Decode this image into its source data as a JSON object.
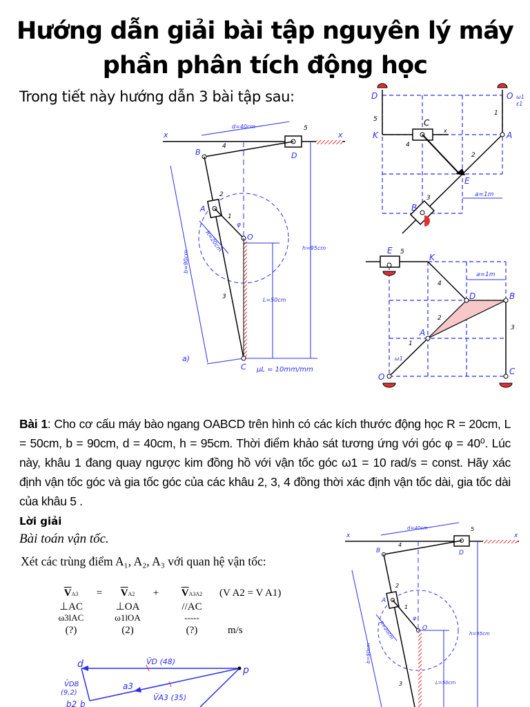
{
  "title": {
    "line1": "Hướng dẫn giải bài tập nguyên lý máy",
    "line2": "phần phân tích động học"
  },
  "intro": "Trong tiết này hướng dẫn 3 bài tập sau:",
  "figure_a": {
    "labels": {
      "x_left": "x",
      "x_right": "x",
      "B": "B",
      "D": "D",
      "A": "A",
      "O": "O",
      "C": "C",
      "link1": "1",
      "link2": "2",
      "link3": "3",
      "link4": "4",
      "link5": "5",
      "phi": "φ",
      "d": "d=40cm",
      "R": "R=20cm",
      "b": "b=90cm",
      "h": "h=95cm",
      "L": "L=50cm",
      "mu": "μL = 10mm/mm",
      "panel": "a)"
    }
  },
  "figure_b": {
    "labels": {
      "D": "D",
      "O": "O",
      "K": "K",
      "C": "C",
      "A": "A",
      "E": "E",
      "B": "B",
      "x": "x",
      "link1": "1",
      "link2": "2",
      "link3": "3",
      "link4": "4",
      "link5": "5",
      "omega": "ω1",
      "eps": "ε1",
      "a": "a=1m"
    }
  },
  "figure_c": {
    "labels": {
      "E": "E",
      "K": "K",
      "D": "D",
      "B": "B",
      "A": "A",
      "O": "O",
      "C": "C",
      "link1": "1",
      "link2": "2",
      "link3": "3",
      "link4": "4",
      "link5": "5",
      "omega": "ω1",
      "a": "a=1m"
    }
  },
  "problem": {
    "label": "Bài 1",
    "text": ": Cho cơ cấu máy bào ngang OABCD trên hình có các kích thước động học R = 20cm, L = 50cm, b = 90cm, d = 40cm, h = 95cm. Thời điểm khảo sát tương ứng với góc φ = 40⁰. Lúc này, khâu 1 đang quay ngược kim đồng hồ với vận tốc góc ω1 = 10 rad/s = const. Hãy xác định vận tốc góc và gia tốc góc của các khâu 2, 3, 4 đồng thời xác định vận tốc dài, gia tốc dài của khâu 5 ."
  },
  "solution": {
    "heading": "Lời giải",
    "subheading": "Bài toán vận tốc.",
    "text": "Xét các trùng điểm A₁, A₂, A₃ với quan hệ vận tốc:",
    "equation": {
      "lhs": "V",
      "lhs_sub": "A3",
      "eq": "=",
      "t1": "V",
      "t1_sub": "A2",
      "plus": "+",
      "t2": "V",
      "t2_sub": "A3A2",
      "paren": "(V A2 = V A1)",
      "dir": [
        "⊥AC",
        "⊥OA",
        "//AC"
      ],
      "mag": [
        "ω3lAC",
        "ω1lOA",
        "-----"
      ],
      "val": [
        "(?)",
        "(2)",
        "(?)",
        "m/s"
      ]
    },
    "polygon": {
      "labels": {
        "d": "d",
        "p": "p",
        "vd": "V̄D (48)",
        "vdb": "V̄DB",
        "vdb_val": "(9,2)",
        "a3": "a3",
        "va3": "V̄A3 (35)",
        "b": "b",
        "b2": "b2"
      }
    }
  },
  "colors": {
    "line_blue": "#2b2bf0",
    "hatch_red": "#e03030",
    "black": "#000000"
  }
}
